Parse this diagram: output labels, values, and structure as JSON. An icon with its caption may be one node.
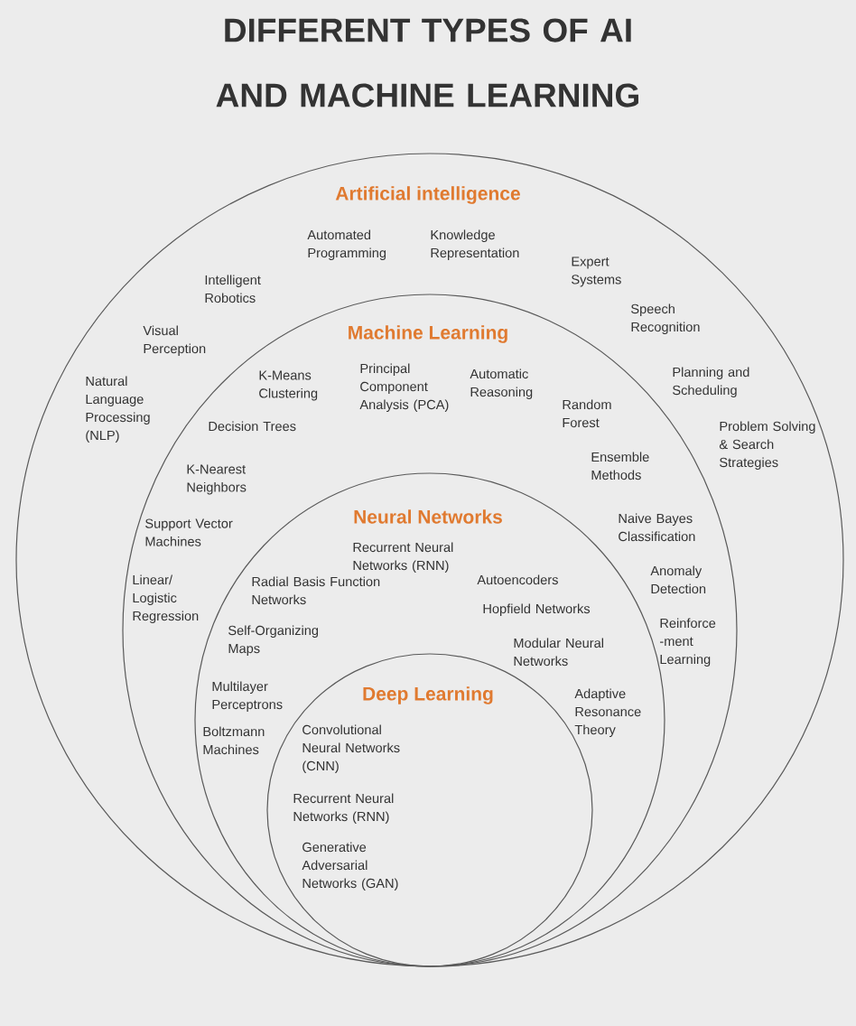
{
  "diagram": {
    "title": "DIFFERENT TYPES OF AI AND MACHINE LEARNING",
    "nodes": [
      {
        "text": [
          "Artificial intelligence",
          "Automated Programming",
          "Knowledge Representation",
          "Expert Systems",
          "Intelligent Robotics",
          "Speech Recognition",
          "Visual Perception",
          "Natural Language Processing (NLP)",
          "Planning and Scheduling",
          "Problem Solving & Search Strategies"
        ]
      },
      {
        "text": [
          "Machine Learning",
          "K-Means Clustering",
          "Principal Component Analysis (PCA)",
          "Automatic Reasoning",
          "Decision Trees",
          "Random Forest",
          "K-Nearest Neighbors",
          "Ensemble Methods",
          "Support Vector Machines",
          "Naive Bayes Classification",
          "Linear/ Logistic Regression",
          "Anomaly Detection",
          "Reinforce -ment Learning"
        ],
        "in": 0
      },
      {
        "text": [
          "Neural Networks",
          "Recurrent Neural Networks (RNN)",
          "Radial Basis Function Networks",
          "Autoencoders",
          "Hopfield Networks",
          "Self-Organizing Maps",
          "Modular Neural Networks",
          "Multilayer Perceptrons",
          "Adaptive Resonance Theory",
          "Boltzmann Machines"
        ],
        "in": 1
      },
      {
        "text": [
          "Deep Learning",
          "Convolutional Neural Networks (CNN)",
          "Recurrent Neural Networks (RNN)",
          "Generative Adversarial Networks (GAN)"
        ],
        "in": 2
      }
    ]
  }
}
